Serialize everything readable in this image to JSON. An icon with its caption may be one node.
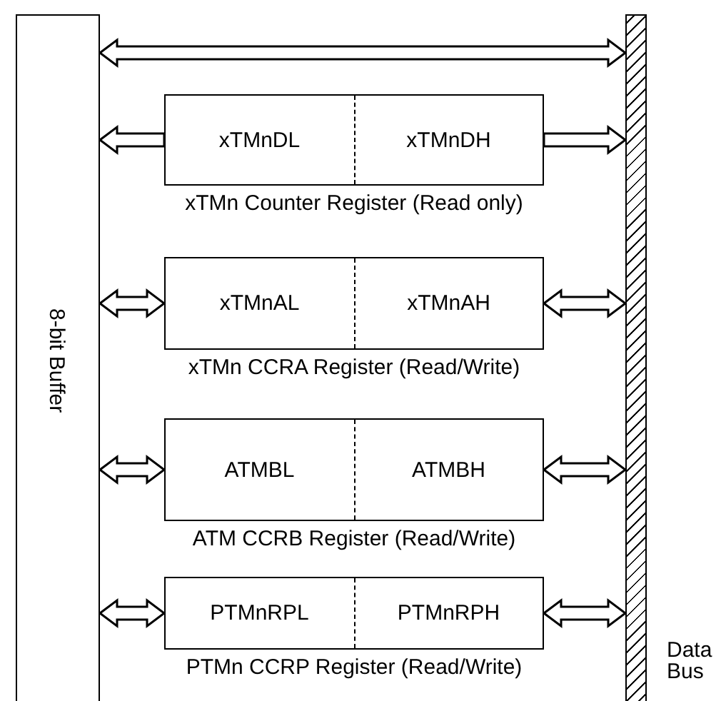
{
  "diagram": {
    "nodes": [
      {
        "text": [
          "8-bit Buffer"
        ]
      },
      {
        "text": [
          "xTMnDL",
          "xTMnDH"
        ],
        "beside": [
          "xTMn Counter Register (Read only)"
        ]
      },
      {
        "text": [
          "xTMnAL",
          "xTMnAH"
        ],
        "beside": [
          "xTMn CCRA Register (Read/Write)"
        ]
      },
      {
        "text": [
          "ATMBL",
          "ATMBH"
        ],
        "beside": [
          "ATM CCRB Register (Read/Write)"
        ]
      },
      {
        "text": [
          "PTMnRPL",
          "PTMnRPH"
        ],
        "beside": [
          "PTMn CCRP Register (Read/Write)"
        ]
      },
      {
        "text": [],
        "shape": "bar",
        "beside": [
          "Data Bus"
        ]
      }
    ],
    "edges": [
      {
        "from": 0,
        "to": 5,
        "arrow": "both"
      },
      {
        "from": 1,
        "to": 0,
        "arrow": "to"
      },
      {
        "from": 1,
        "to": 5,
        "arrow": "to"
      },
      {
        "from": 2,
        "to": 0,
        "arrow": "both"
      },
      {
        "from": 2,
        "to": 5,
        "arrow": "both"
      },
      {
        "from": 3,
        "to": 0,
        "arrow": "both"
      },
      {
        "from": 3,
        "to": 5,
        "arrow": "both"
      },
      {
        "from": 4,
        "to": 0,
        "arrow": "both"
      },
      {
        "from": 4,
        "to": 5,
        "arrow": "both"
      }
    ]
  }
}
